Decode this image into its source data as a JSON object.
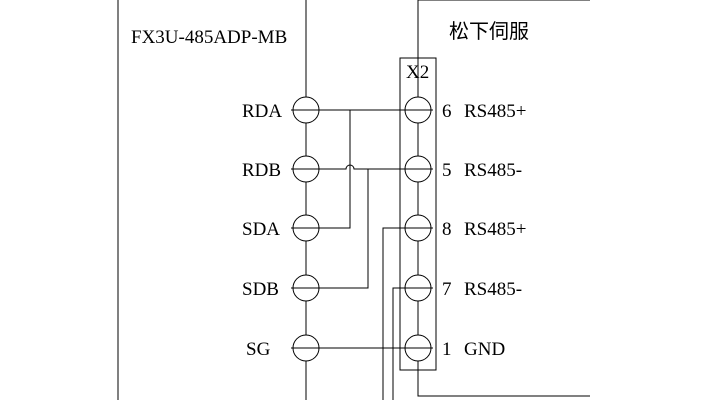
{
  "left_device": {
    "title": "FX3U-485ADP-MB",
    "terminals": [
      "RDA",
      "RDB",
      "SDA",
      "SDB",
      "SG"
    ]
  },
  "right_device": {
    "title": "松下伺服",
    "connector": "X2",
    "pins": [
      {
        "num": "6",
        "signal": "RS485+"
      },
      {
        "num": "5",
        "signal": "RS485-"
      },
      {
        "num": "8",
        "signal": "RS485+"
      },
      {
        "num": "7",
        "signal": "RS485-"
      },
      {
        "num": "1",
        "signal": "GND"
      }
    ]
  },
  "connections": [
    {
      "from": "RDA",
      "to": "6 RS485+"
    },
    {
      "from": "RDB",
      "to": "5 RS485-"
    },
    {
      "from": "SDA",
      "to": "RDA"
    },
    {
      "from": "SDB",
      "to": "RDB"
    },
    {
      "from": "SG",
      "to": "1 GND"
    }
  ]
}
